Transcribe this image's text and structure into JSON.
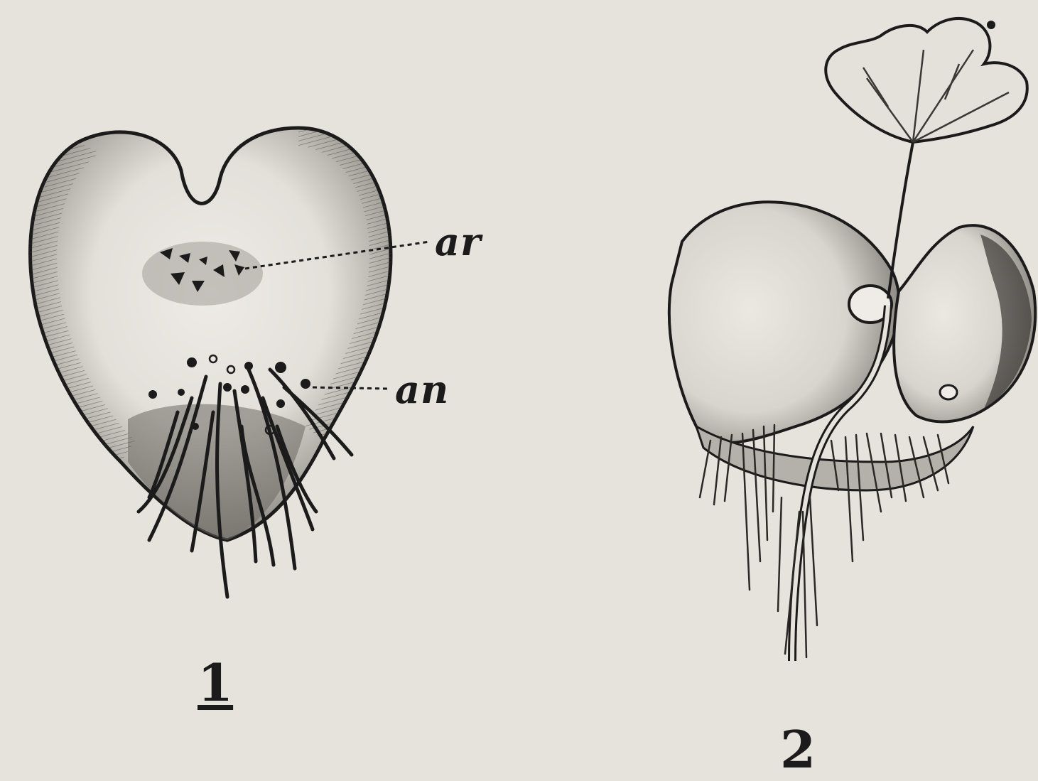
{
  "colors": {
    "paper": "#e6e3dd",
    "ink": "#1b1b1b",
    "shade": "#6b6863"
  },
  "figure_1": {
    "number": "1",
    "labels": {
      "ar": "ar",
      "an": "an"
    }
  },
  "figure_2": {
    "number": "2"
  }
}
